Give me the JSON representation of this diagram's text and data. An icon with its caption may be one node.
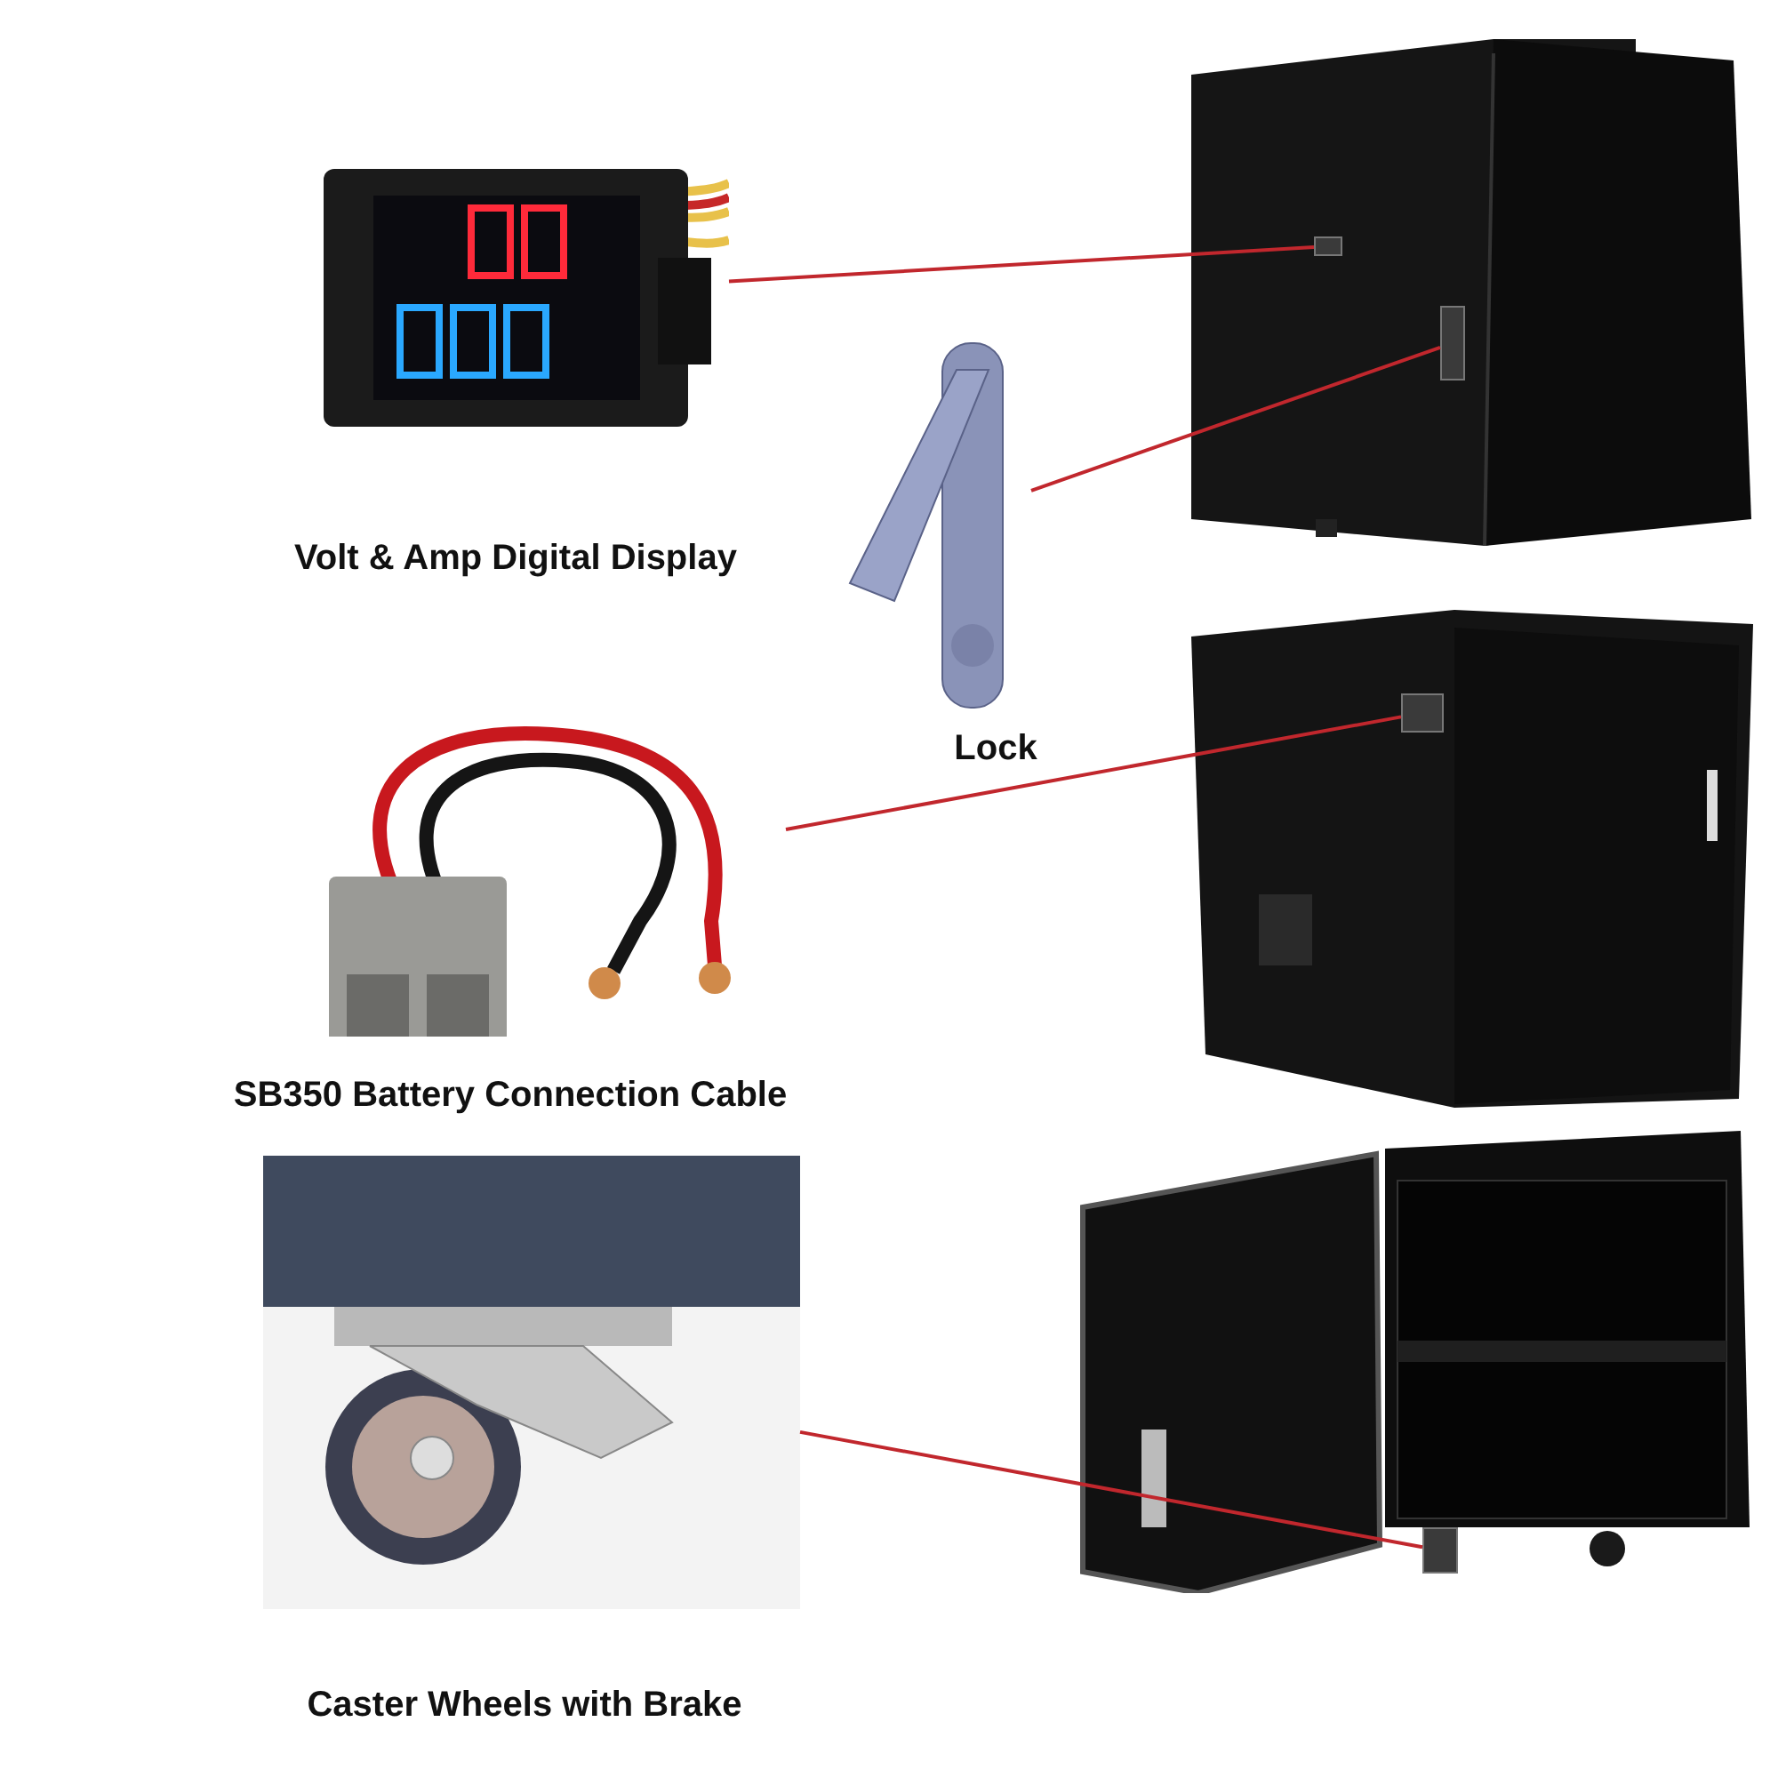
{
  "diagram": {
    "nodes": [
      {
        "text": [],
        "shape": "picture",
        "beside": [
          "Volt & Amp Digital Display"
        ]
      },
      {
        "text": [],
        "shape": "picture"
      },
      {
        "text": [],
        "shape": "box",
        "in": 1
      },
      {
        "text": [],
        "shape": "box",
        "in": 1
      },
      {
        "text": [],
        "shape": "picture",
        "beside": [
          "Lock"
        ]
      },
      {
        "text": [],
        "shape": "picture",
        "beside": [
          "SB350 Battery Connection Cable"
        ]
      },
      {
        "text": [],
        "shape": "picture"
      },
      {
        "text": [],
        "shape": "box",
        "in": 6
      },
      {
        "text": [],
        "shape": "picture",
        "beside": [
          "Caster Wheels with Brake"
        ]
      },
      {
        "text": [],
        "shape": "picture"
      },
      {
        "text": [],
        "shape": "box",
        "in": 9
      }
    ],
    "edges": [
      {
        "from": 0,
        "to": 2,
        "arrow": "none"
      },
      {
        "from": 4,
        "to": 3,
        "arrow": "none"
      },
      {
        "from": 5,
        "to": 7,
        "arrow": "none"
      },
      {
        "from": 8,
        "to": 10,
        "arrow": "none"
      }
    ]
  }
}
